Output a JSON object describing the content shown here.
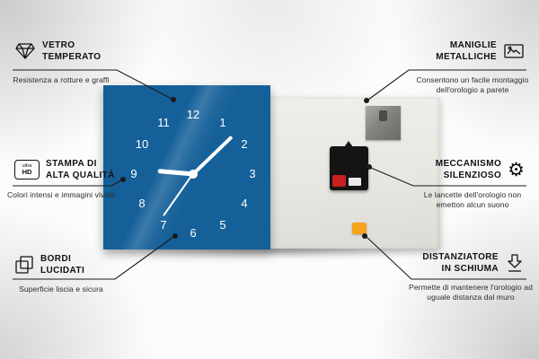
{
  "callouts": {
    "left": [
      {
        "title": "VETRO TEMPERATO",
        "desc": "Resistenza a rotture e graffi",
        "icon": "diamond-icon"
      },
      {
        "title": "STAMPA DI ALTA QUALITÀ",
        "desc": "Colori intensi e immagini vivide",
        "icon": "ultra-hd-icon"
      },
      {
        "title": "BORDI LUCIDATI",
        "desc": "Superficie liscia e sicura",
        "icon": "polished-edges-icon"
      }
    ],
    "right": [
      {
        "title": "MANIGLIE METALLICHE",
        "desc": "Consentono un facile montaggio dell'orologio a parete",
        "icon": "wall-mount-icon"
      },
      {
        "title": "MECCANISMO SILENZIOSO",
        "desc": "Le lancette dell'orologio non emetton alcun suono",
        "icon": "gear-icon"
      },
      {
        "title": "DISTANZIATORE IN SCHIUMA",
        "desc": "Permette di mantenere l'orologio ad uguale distanza dal muro",
        "icon": "spacer-arrow-icon"
      }
    ]
  },
  "icons": {
    "ultra_hd_top": "ultra",
    "ultra_hd_bottom": "HD",
    "gear_glyph": "⚙"
  },
  "clock": {
    "numbers": [
      "12",
      "1",
      "2",
      "3",
      "4",
      "5",
      "6",
      "7",
      "8",
      "9",
      "10",
      "11"
    ]
  },
  "colors": {
    "accent_blue": "#1d7fc0",
    "foam_orange": "#f5a31d",
    "battery_red": "#c81f1f",
    "line_black": "#1a1a1a"
  }
}
